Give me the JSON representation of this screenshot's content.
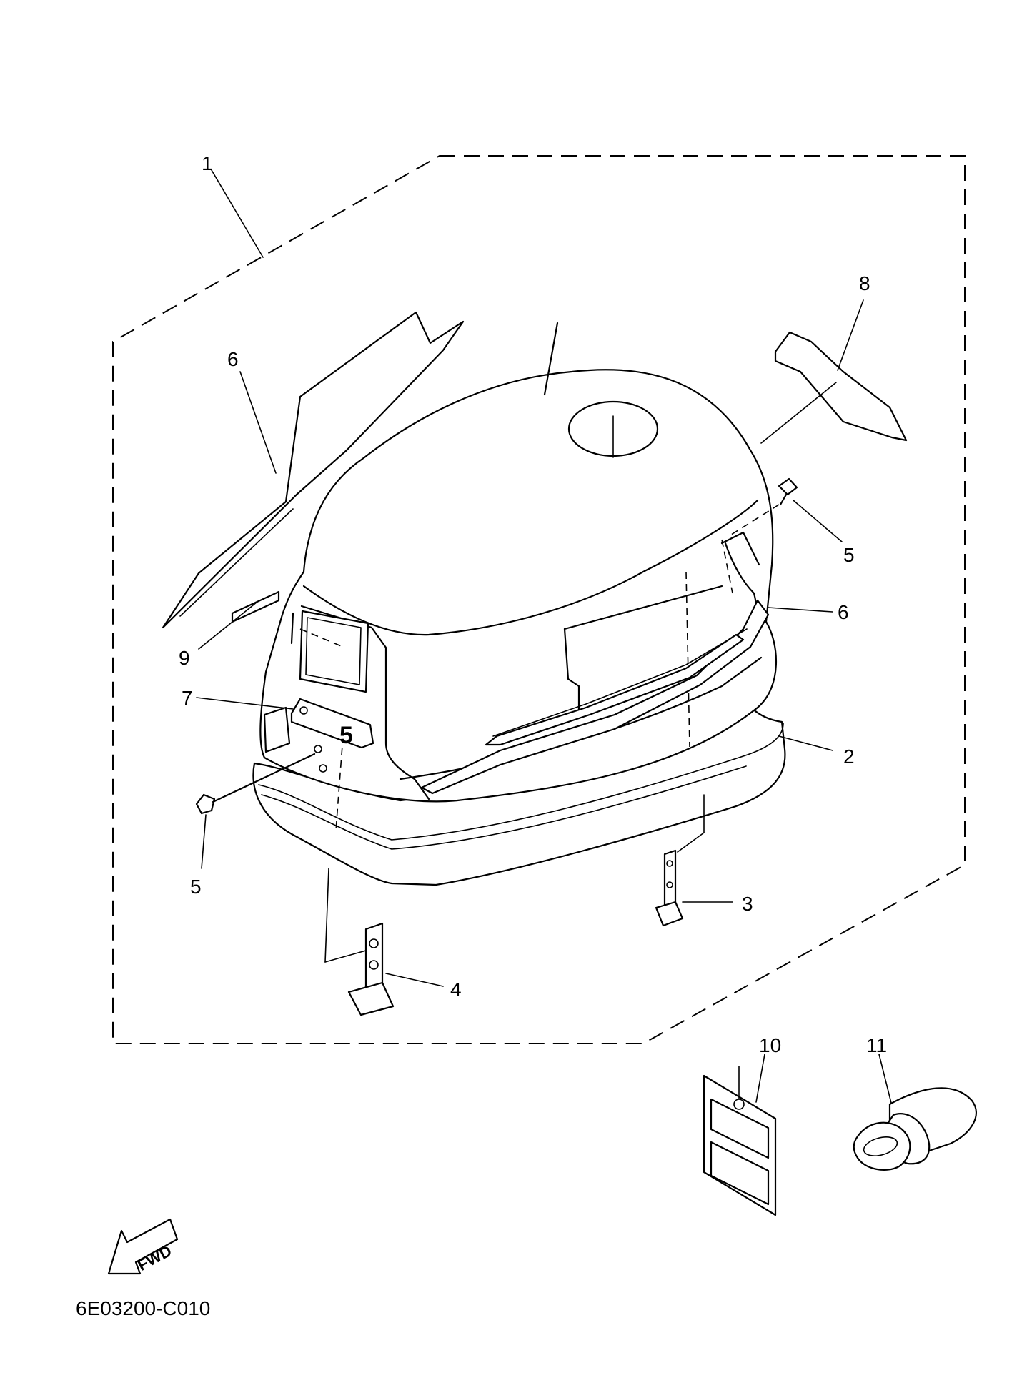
{
  "labels": {
    "p1": "1",
    "p2": "2",
    "p3": "3",
    "p4": "4",
    "p5a": "5",
    "p5b": "5",
    "p6a": "6",
    "p6b": "6",
    "p7": "7",
    "p8": "8",
    "p9": "9",
    "p10": "10",
    "p11": "11"
  },
  "fwd_text": "FWD",
  "emblem_text": "5",
  "diagram_code": "6E03200-C010"
}
